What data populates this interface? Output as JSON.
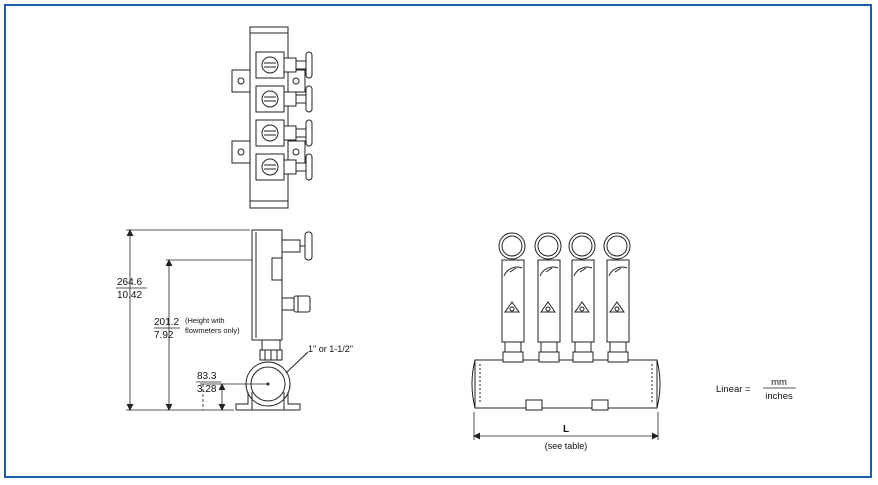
{
  "colors": {
    "border": "#1f5ca8",
    "line": "#222222"
  },
  "side_view": {
    "overall_height_mm": "264.6",
    "overall_height_in": "10.42",
    "meter_height_mm": "201.2",
    "meter_height_note_line1": "(Height with",
    "meter_height_note_line2": "flowmeters only)",
    "meter_height_in": "7.92",
    "center_height_mm": "83.3",
    "center_height_in": "3.28",
    "pipe_size_label": "1\" or 1-1/2\""
  },
  "front_view": {
    "length_label": "L",
    "length_note": "(see table)"
  },
  "legend": {
    "prefix": "Linear =",
    "numerator": "mm",
    "denominator": "inches"
  }
}
